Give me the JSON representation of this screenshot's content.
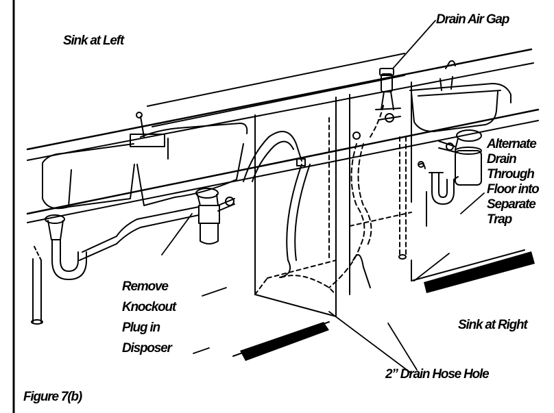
{
  "labels": {
    "sink_left": "Sink at Left",
    "drain_air_gap": "Drain Air Gap",
    "alternate_drain": [
      "Alternate",
      "Drain",
      "Through",
      "Floor into",
      "Separate",
      "Trap"
    ],
    "remove_knockout": [
      "Remove",
      "Knockout",
      "Plug in",
      "Disposer"
    ],
    "sink_right": "Sink at Right",
    "drain_hose_hole": "2” Drain Hose Hole",
    "figure_caption": "Figure 7(b)"
  },
  "colors": {
    "ink": "#000000",
    "paper": "#ffffff"
  }
}
